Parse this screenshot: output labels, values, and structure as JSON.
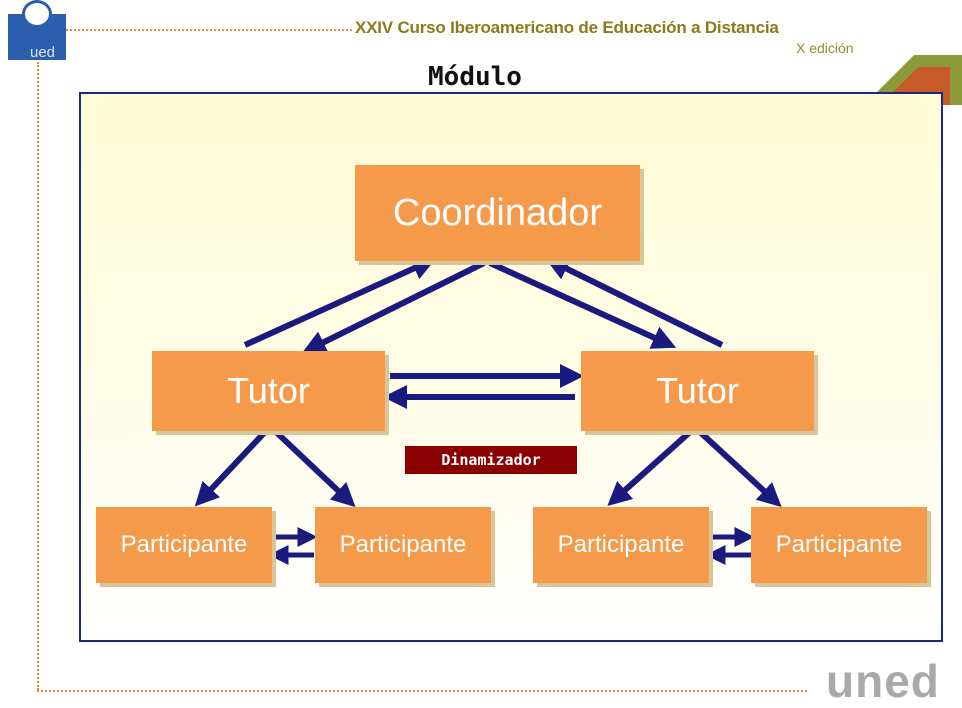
{
  "header": {
    "conference_title": "XXIV Curso Iberoamericano de Educación a Distancia",
    "edition": "X edición",
    "logo_left_text": "ued",
    "logo_right_text": "uned"
  },
  "slide": {
    "title": "Módulo"
  },
  "diagram": {
    "coordinator": "Coordinador",
    "tutor_left": "Tutor",
    "tutor_right": "Tutor",
    "participants": [
      "Participante",
      "Participante",
      "Participante",
      "Participante"
    ],
    "dynamizer_label": "Dinamizador"
  },
  "colors": {
    "node_orange": "#f59a4a",
    "arrow_navy": "#1b1a7e",
    "dynamizer_red": "#8b0000",
    "frame_dots": "#e8873a"
  }
}
